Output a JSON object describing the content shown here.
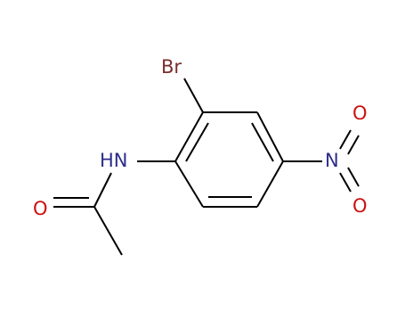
{
  "molecule": {
    "atom_labels": {
      "br": "Br",
      "nh": "HN",
      "o_carbonyl": "O",
      "nitro_n": "N",
      "nitro_o_top": "O",
      "nitro_o_bottom": "O"
    },
    "colors": {
      "bond": "#000000",
      "bromine": "#7a2e2e",
      "nitrogen": "#2d2d8c",
      "oxygen": "#cc1111"
    }
  }
}
